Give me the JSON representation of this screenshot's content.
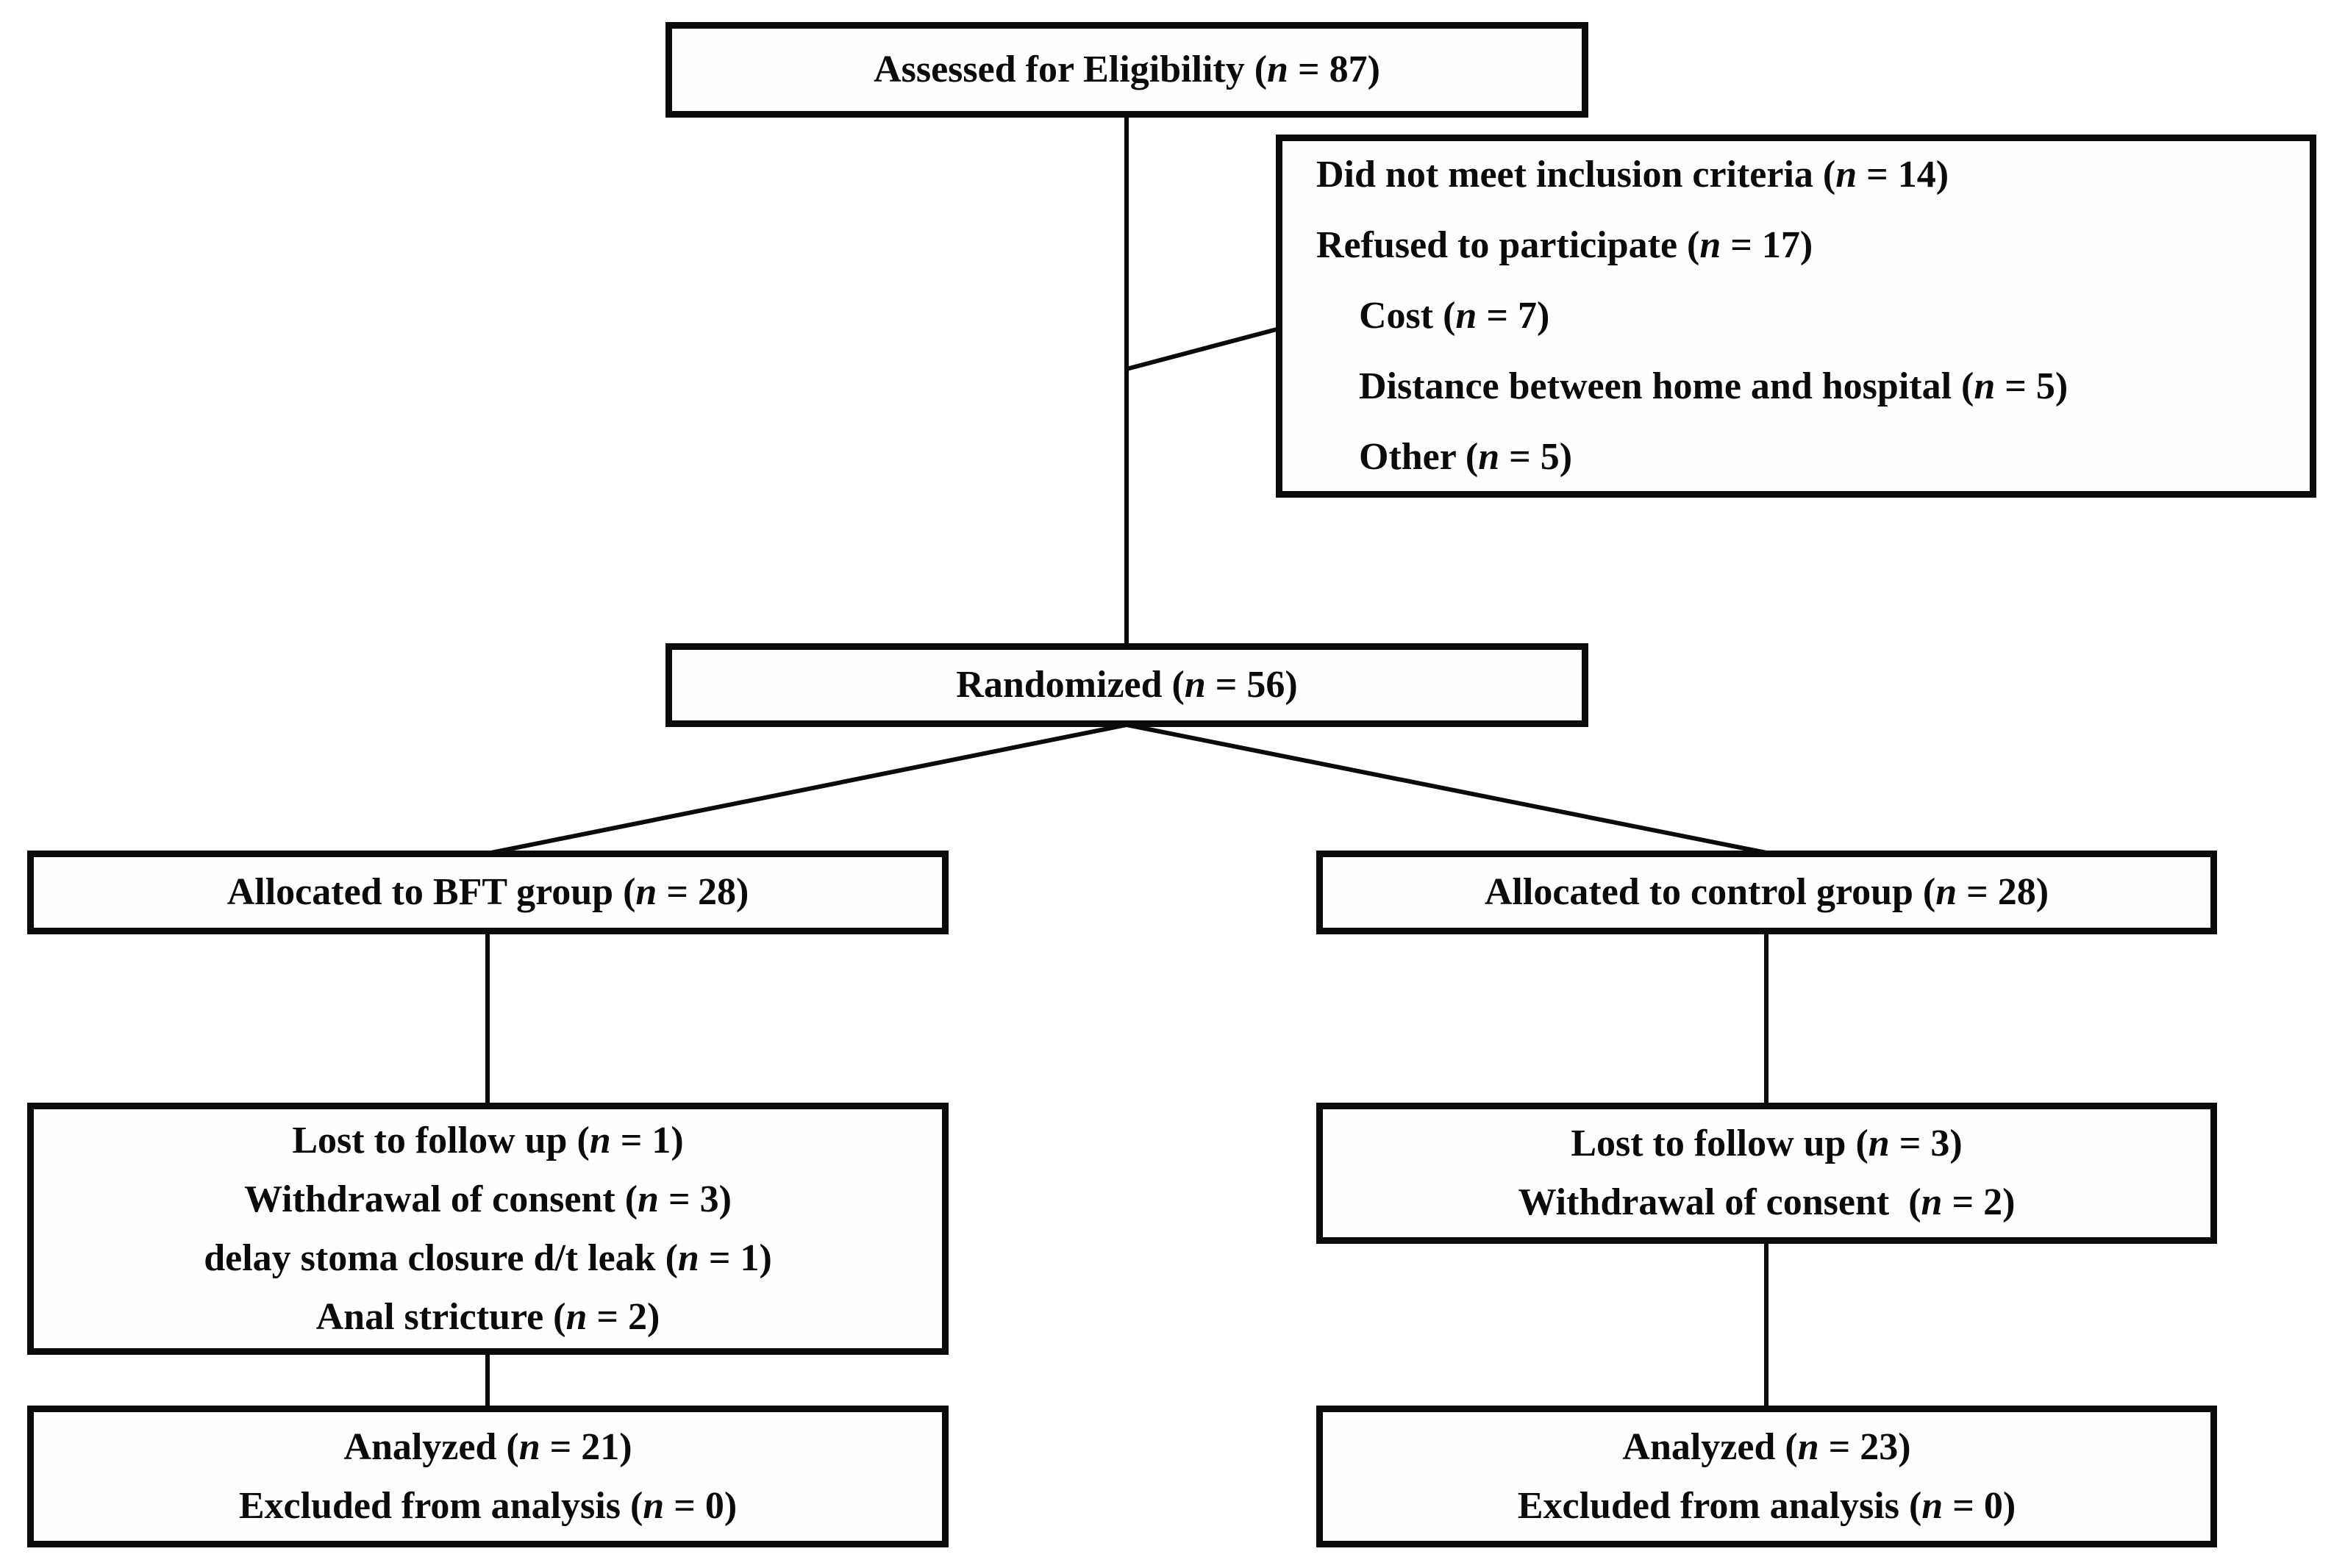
{
  "page": {
    "background": "#ffffff",
    "ink_color": "#0b0b0b",
    "box_fill": "#fefefe"
  },
  "diagram": {
    "assessed_box": {
      "label": "Assessed for Eligibility (n = 87)"
    },
    "exclusion_box": {
      "lines": [
        "Did not meet inclusion criteria (n = 14)",
        "Refused to participate (n = 17)",
        "Cost (n = 7)",
        "Distance between home and hospital (n = 5)",
        "Other (n = 5)"
      ]
    },
    "randomized_box": {
      "label": "Randomized (n = 56)"
    },
    "bft_allocation_box": {
      "label": "Allocated to BFT group (n = 28)"
    },
    "control_allocation_box": {
      "label": "Allocated to control group (n = 28)"
    },
    "bft_followup_box": {
      "lines": [
        "Lost to follow up (n = 1)",
        "Withdrawal of consent (n = 3)",
        "delay stoma closure d/t leak (n = 1)",
        "Anal stricture (n = 2)"
      ]
    },
    "control_followup_box": {
      "lines": [
        "Lost to follow up (n = 3)",
        "Withdrawal of consent  (n = 2)"
      ]
    },
    "bft_analysis_box": {
      "lines": [
        "Analyzed (n = 21)",
        "Excluded from analysis (n = 0)"
      ]
    },
    "control_analysis_box": {
      "lines": [
        "Analyzed (n = 23)",
        "Excluded from analysis (n = 0)"
      ]
    }
  }
}
